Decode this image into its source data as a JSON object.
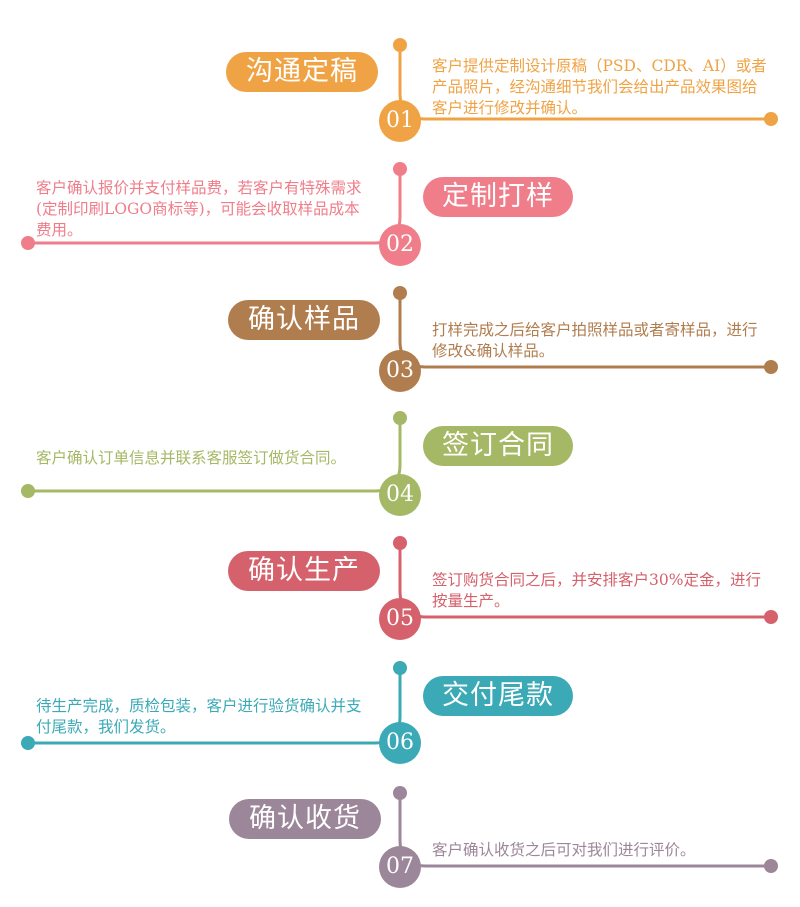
{
  "steps": [
    {
      "number": "01",
      "title": "沟通定稿",
      "color": "#f0a345",
      "desc": "客户提供定制设计原稿（PSD、CDR、AI）或者产品照片，经沟通细节我们会给出产品效果图给客户进行修改并确认。"
    },
    {
      "number": "02",
      "title": "定制打样",
      "color": "#ef7d8a",
      "desc": "客户确认报价并支付样品费，若客户有特殊需求(定制印刷LOGO商标等)，可能会收取样品成本费用。"
    },
    {
      "number": "03",
      "title": "确认样品",
      "color": "#b07d4e",
      "desc": "打样完成之后给客户拍照样品或者寄样品，进行修改&确认样品。"
    },
    {
      "number": "04",
      "title": "签订合同",
      "color": "#a4b865",
      "desc": "客户确认订单信息并联系客服签订做货合同。"
    },
    {
      "number": "05",
      "title": "确认生产",
      "color": "#d4616b",
      "desc": "签订购货合同之后，并安排客户30%定金，进行按量生产。"
    },
    {
      "number": "06",
      "title": "交付尾款",
      "color": "#3ba9b6",
      "desc": "待生产完成，质检包装，客户进行验货确认并支付尾款，我们发货。"
    },
    {
      "number": "07",
      "title": "确认收货",
      "color": "#9c879a",
      "desc": "客户确认收货之后可对我们进行评价。"
    }
  ]
}
